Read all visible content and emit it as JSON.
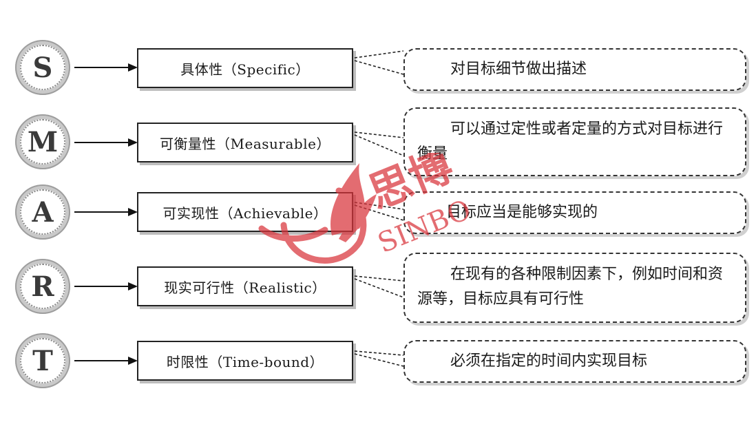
{
  "rows": [
    {
      "letter": "S",
      "term": "具体性（Specific）",
      "description": "对目标细节做出描述"
    },
    {
      "letter": "M",
      "term": "可衡量性（Measurable）",
      "description": "可以通过定性或者定量的方式对目标进行衡量"
    },
    {
      "letter": "A",
      "term": "可实现性（Achievable）",
      "description": "目标应当是能够实现的"
    },
    {
      "letter": "R",
      "term": "现实可行性（Realistic）",
      "description": "在现有的各种限制因素下，例如时间和资源等，目标应具有可行性"
    },
    {
      "letter": "T",
      "term": "时限性（Time-bound）",
      "description": "必须在指定的时间内实现目标"
    }
  ],
  "watermark": {
    "cn": "思博",
    "en": "SINBO",
    "color": "#d9343b"
  }
}
